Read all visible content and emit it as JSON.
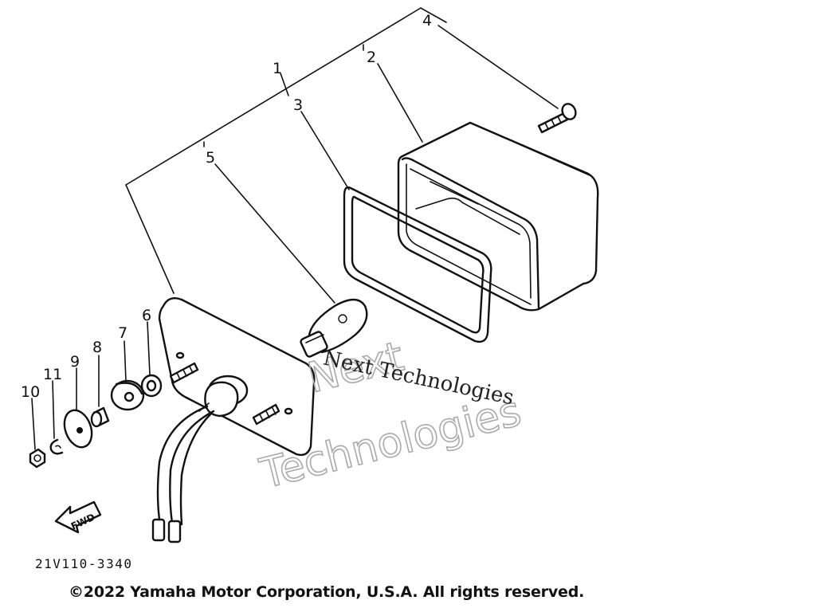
{
  "callouts": [
    {
      "id": "1",
      "text": "1"
    },
    {
      "id": "2",
      "text": "2"
    },
    {
      "id": "3",
      "text": "3"
    },
    {
      "id": "4",
      "text": "4"
    },
    {
      "id": "5",
      "text": "5"
    },
    {
      "id": "6",
      "text": "6"
    },
    {
      "id": "7",
      "text": "7"
    },
    {
      "id": "8",
      "text": "8"
    },
    {
      "id": "9",
      "text": "9"
    },
    {
      "id": "10",
      "text": "10"
    },
    {
      "id": "11",
      "text": "11"
    }
  ],
  "fwd_label": "FWD",
  "part_code": "21V110-3340",
  "copyright": "©2022 Yamaha Motor Corporation, U.S.A. All rights reserved.",
  "watermark": {
    "line1": "Next Technologies",
    "line2a": "Next",
    "line2b": "Technologies"
  }
}
